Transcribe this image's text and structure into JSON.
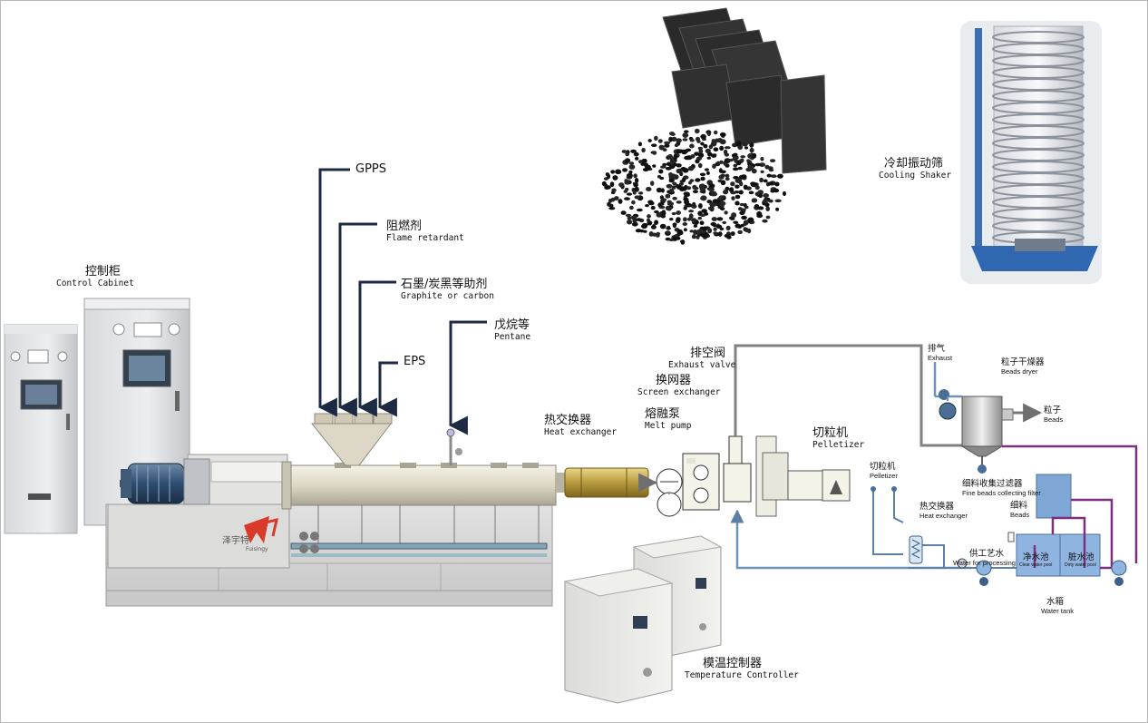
{
  "labels": {
    "control_cabinet": {
      "zh": "控制柜",
      "en": "Control Cabinet"
    },
    "gpps": "GPPS",
    "flame_retardant": {
      "zh": "阻燃剂",
      "en": "Flame retardant"
    },
    "graphite": {
      "zh": "石墨/炭黑等助剂",
      "en": "Graphite or carbon"
    },
    "eps": "EPS",
    "pentane": {
      "zh": "戊烷等",
      "en": "Pentane"
    },
    "heat_exchanger_main": {
      "zh": "热交换器",
      "en": "Heat exchanger"
    },
    "exhaust_valve": {
      "zh": "排空阀",
      "en": "Exhaust valve"
    },
    "screen_exchanger": {
      "zh": "换网器",
      "en": "Screen exchanger"
    },
    "melt_pump": {
      "zh": "熔融泵",
      "en": "Melt pump"
    },
    "pelletizer_main": {
      "zh": "切粒机",
      "en": "Pelletizer"
    },
    "cooling_shaker": {
      "zh": "冷却振动筛",
      "en": "Cooling Shaker"
    },
    "temperature_controller": {
      "zh": "模温控制器",
      "en": "Temperature Controller"
    },
    "exhaust": {
      "zh": "排气",
      "en": "Exhaust"
    },
    "beads_dryer": {
      "zh": "粒子干燥器",
      "en": "Beads dryer"
    },
    "beads_out": {
      "zh": "粒子",
      "en": "Beads"
    },
    "pelletizer_small": {
      "zh": "切粒机",
      "en": "Pelletizer"
    },
    "fine_beads_filter": {
      "zh": "细料收集过滤器",
      "en": "Fine beads collecting filter"
    },
    "fine_beads": {
      "zh": "细料",
      "en": "Beads"
    },
    "heat_exchanger_small": {
      "zh": "热交换器",
      "en": "Heat exchanger"
    },
    "water_for_processing": {
      "zh": "供工艺水",
      "en": "Water for processing"
    },
    "clean_water_pool": {
      "zh": "净水池",
      "en": "Clear water pool"
    },
    "dirty_water_pool": {
      "zh": "脏水池",
      "en": "Dirty water pool"
    },
    "water_tank": {
      "zh": "水箱",
      "en": "Water tank"
    }
  },
  "brand": {
    "zh": "泽宇特",
    "en": "Fuisingy"
  },
  "colors": {
    "water_line": "#6f92b8",
    "process_line": "#7a2f7f",
    "arrow": "#1c2a44",
    "exhaust_line": "#808080"
  }
}
